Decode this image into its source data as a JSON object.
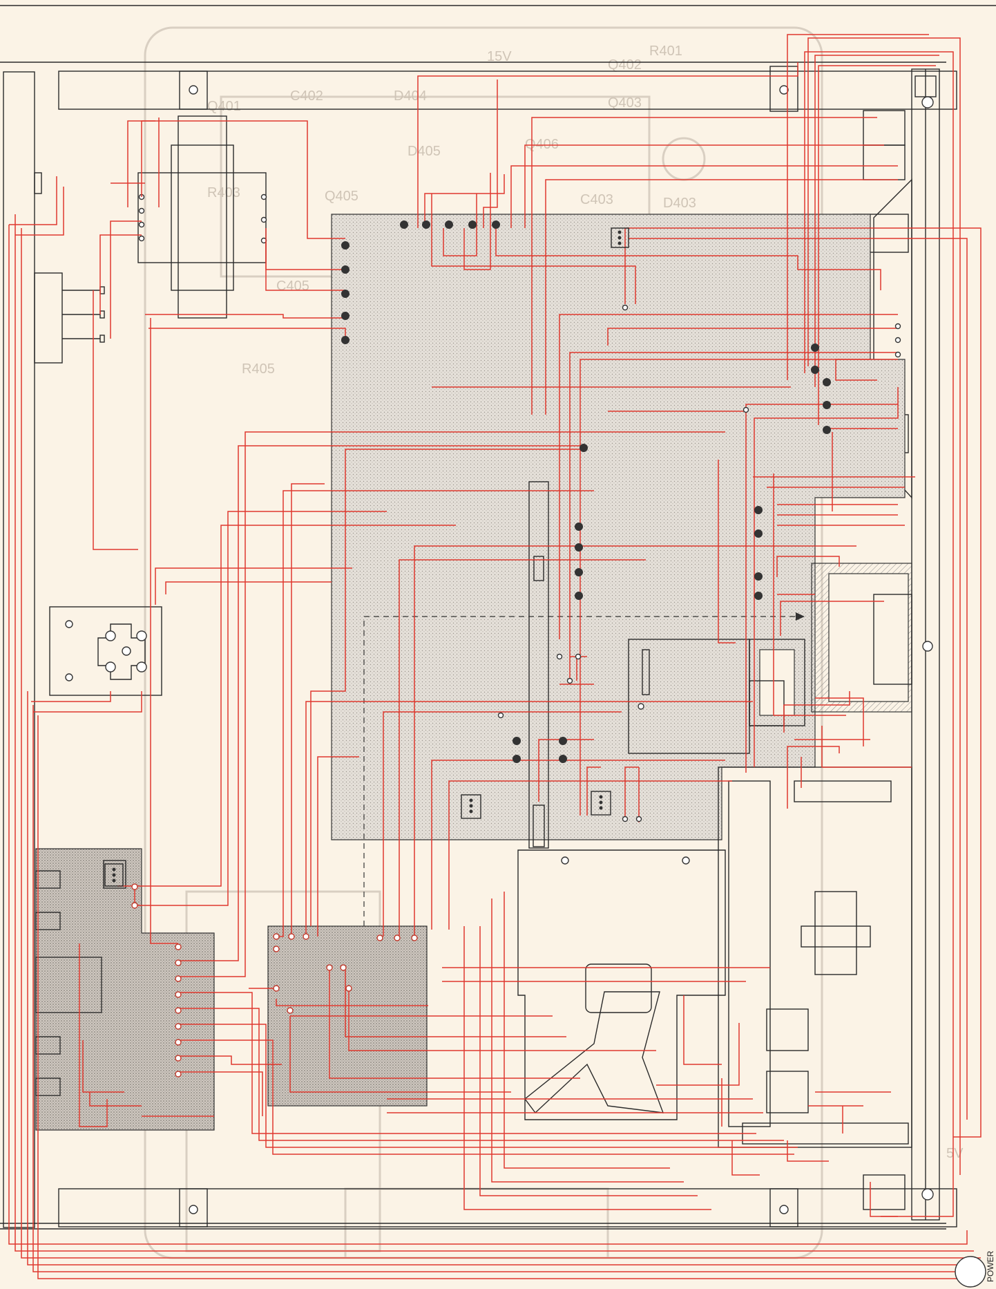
{
  "diagram": {
    "power_label": "POWER",
    "ghost_labels": [
      "R401",
      "Q402",
      "C402",
      "Q401",
      "D404",
      "Q403",
      "Q406",
      "D405",
      "C403",
      "D403",
      "R403",
      "C405",
      "Q405",
      "R405",
      "15V",
      "5V"
    ],
    "colors": {
      "background": "#fbf3e6",
      "wiring": "#e0382e",
      "outline": "#2a2a2a",
      "board_fill": "#dcd6cf"
    }
  }
}
